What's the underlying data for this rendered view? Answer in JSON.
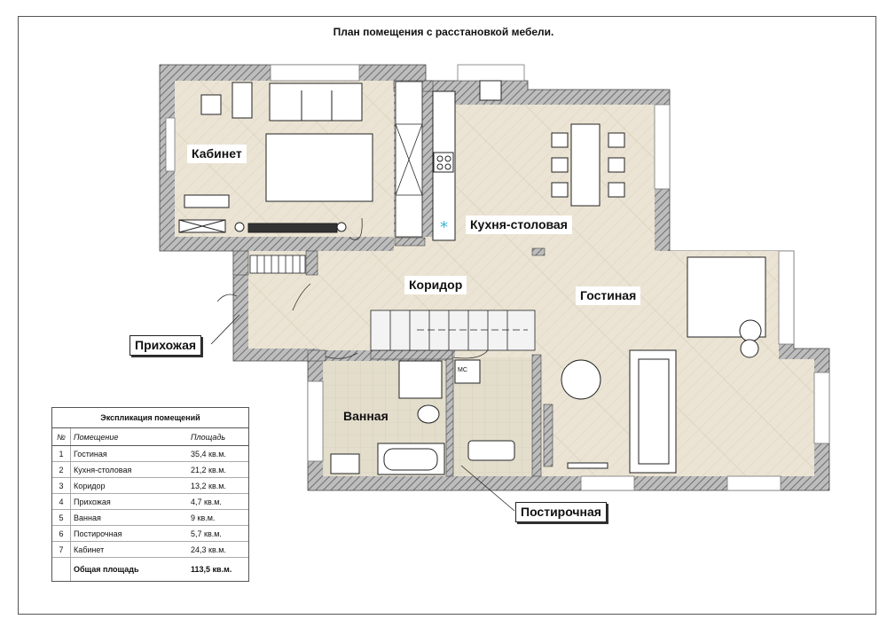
{
  "title": "План помещения с расстановкой мебели.",
  "rooms": {
    "kabinet": "Кабинет",
    "kukhnya": "Кухня-столовая",
    "koridor": "Коридор",
    "gostinaya": "Гостиная",
    "prikhozhaya": "Прихожая",
    "vannaya": "Ванная",
    "postirochnaya": "Постирочная",
    "mc": "МС"
  },
  "legend": {
    "title": "Экспликация помещений",
    "col_num": "№",
    "col_room": "Помещение",
    "col_area": "Площадь",
    "rows": [
      {
        "n": "1",
        "room": "Гостиная",
        "area": "35,4  кв.м."
      },
      {
        "n": "2",
        "room": "Кухня-столовая",
        "area": "21,2  кв.м."
      },
      {
        "n": "3",
        "room": "Коридор",
        "area": "13,2  кв.м."
      },
      {
        "n": "4",
        "room": "Прихожая",
        "area": "4,7  кв.м."
      },
      {
        "n": "5",
        "room": "Ванная",
        "area": "9  кв.м."
      },
      {
        "n": "6",
        "room": "Постирочная",
        "area": "5,7  кв.м."
      },
      {
        "n": "7",
        "room": "Кабинет",
        "area": "24,3  кв.м."
      }
    ],
    "total_label": "Общая площадь",
    "total_value": "113,5  кв.м."
  },
  "colors": {
    "floor": "#ebe4d4",
    "tile": "#ddd8c6",
    "wall": "#8a8a8a"
  }
}
